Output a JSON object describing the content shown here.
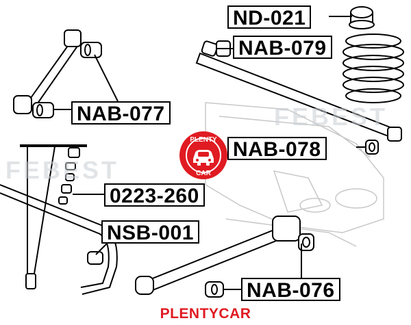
{
  "part_labels": {
    "nd_021": "ND-021",
    "nab_079": "NAB-079",
    "nab_077": "NAB-077",
    "nab_078": "NAB-078",
    "c0223_260": "0223-260",
    "nsb_001": "NSB-001",
    "nab_076": "NAB-076"
  },
  "watermark": {
    "text_left": "FEBEST",
    "text_right": "FEBEST"
  },
  "logo": {
    "top_text": "PLENTY",
    "bottom_text": "CAR",
    "color": "#e01b22"
  },
  "caption": "PLENTYCAR",
  "colors": {
    "label_border": "#000000",
    "brand_red": "#e01b22",
    "line": "#000000"
  }
}
